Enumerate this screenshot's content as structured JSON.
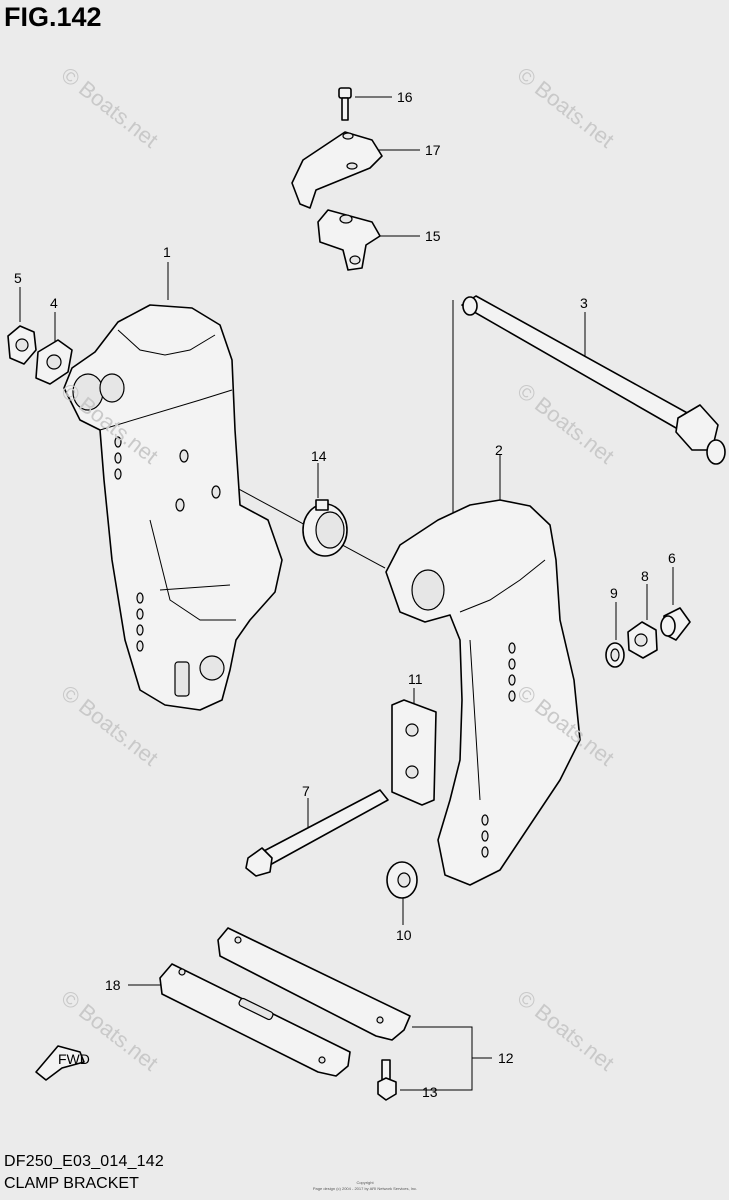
{
  "figure": {
    "title": "FIG.142",
    "code": "DF250_E03_014_142",
    "name": "CLAMP BRACKET",
    "copyright_lines": [
      "Copyright",
      "Page design (c) 2004 - 2017 by ARI Network Services, Inc."
    ]
  },
  "watermark": "© Boats.net",
  "callouts": [
    "1",
    "2",
    "3",
    "4",
    "5",
    "6",
    "7",
    "8",
    "9",
    "10",
    "11",
    "12",
    "13",
    "14",
    "15",
    "16",
    "17",
    "18"
  ],
  "fwd_label": "FWD"
}
